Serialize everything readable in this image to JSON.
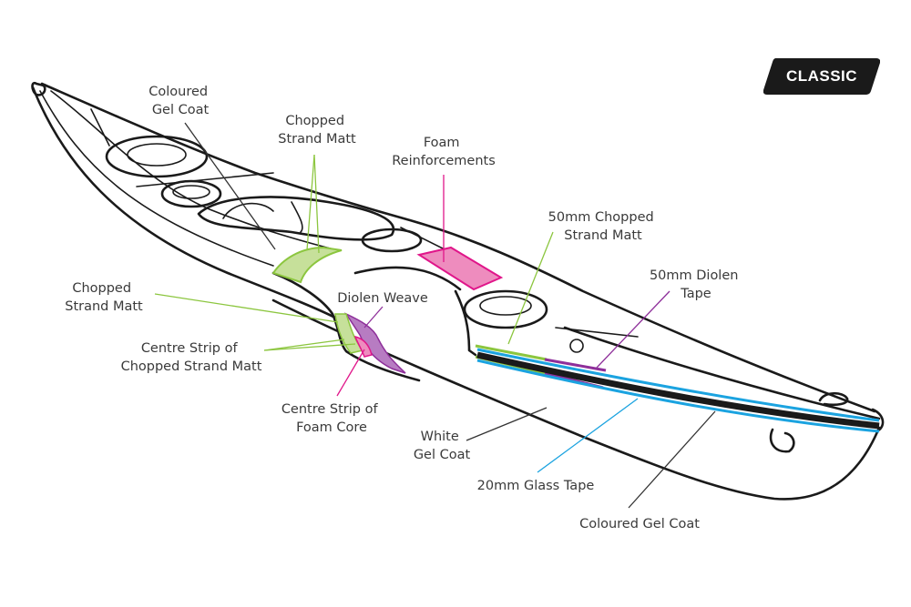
{
  "badge": {
    "label": "CLASSIC",
    "color": "#1a1a1a"
  },
  "colors": {
    "green": "#8cc63f",
    "green_fill": "#c6e09a",
    "pink": "#e0168a",
    "pink_fill": "#ee8cbe",
    "purple": "#8e2f9a",
    "purple_fill": "#b77cc2",
    "blue": "#1ba3e0",
    "black": "#1a1a1a"
  },
  "labels": {
    "coloured_gel_coat_top": [
      "Coloured",
      "Gel Coat"
    ],
    "chopped_strand_matt_top": [
      "Chopped",
      "Strand Matt"
    ],
    "foam_reinforcements": [
      "Foam",
      "Reinforcements"
    ],
    "chopped_strand_matt_50mm": [
      "50mm Chopped",
      "Strand Matt"
    ],
    "diolen_tape_50mm": [
      "50mm Diolen",
      "Tape"
    ],
    "chopped_strand_matt_left": [
      "Chopped",
      "Strand Matt"
    ],
    "diolen_weave": [
      "Diolen Weave"
    ],
    "centre_strip_csm": [
      "Centre Strip of",
      "Chopped Strand Matt"
    ],
    "centre_strip_foam": [
      "Centre Strip of",
      "Foam Core"
    ],
    "white_gel_coat": [
      "White",
      "Gel Coat"
    ],
    "glass_tape_20mm": [
      "20mm Glass Tape"
    ],
    "coloured_gel_coat_bottom": [
      "Coloured Gel Coat"
    ]
  }
}
